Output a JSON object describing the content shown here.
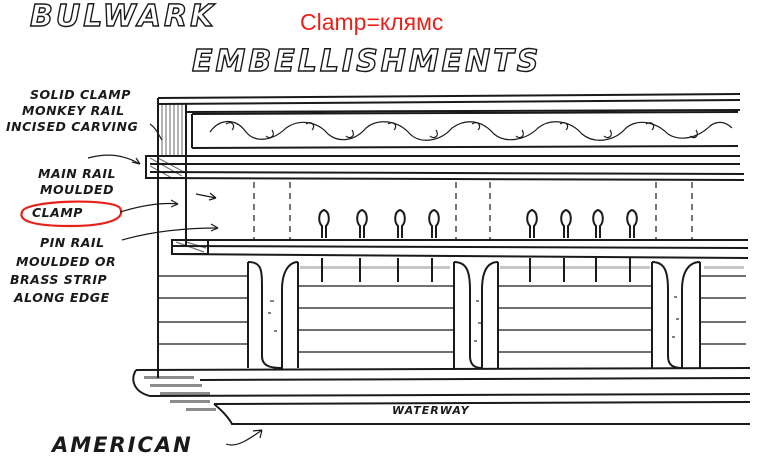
{
  "title": {
    "line1": "BULWARK",
    "line2": "EMBELLISHMENTS"
  },
  "annotation": {
    "text": "Clamp=клямс",
    "color": "#e8221a"
  },
  "callouts": {
    "solid_clamp": "SOLID CLAMP",
    "monkey_rail": "MONKEY RAIL",
    "incised_carving": "INCISED CARVING",
    "main_rail": "MAIN RAIL",
    "moulded": "MOULDED",
    "clamp": "CLAMP",
    "pin_rail": "PIN RAIL",
    "moulded_or": "MOULDED OR",
    "brass_strip": "BRASS STRIP",
    "along_edge": "ALONG EDGE"
  },
  "waterway": "WATERWAY",
  "style_name": "AMERICAN",
  "colors": {
    "ink": "#1a1a1a",
    "highlight": "#e8221a",
    "paper": "#ffffff"
  }
}
